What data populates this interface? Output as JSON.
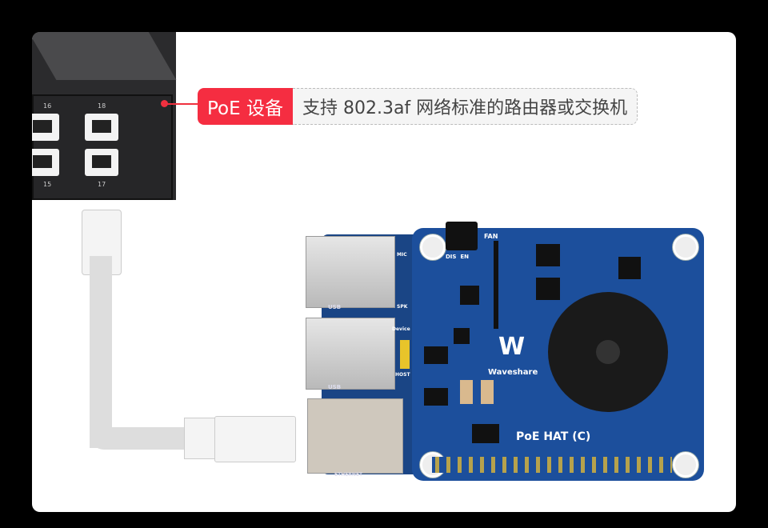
{
  "callout": {
    "tag": "PoE 设备",
    "description": "支持 802.3af 网络标准的路由器或交换机",
    "accent_color": "#f52d41"
  },
  "switch": {
    "port_labels": [
      "16",
      "18",
      "15",
      "17"
    ]
  },
  "board": {
    "product_name": "PoE HAT (C)",
    "brand": "Waveshare",
    "silkscreen": {
      "fan": "FAN",
      "fan_switch": "DIS  EN",
      "mic": "MIC",
      "spk": "SPK",
      "usb": "USB",
      "host": "HOST",
      "device": "Device",
      "ethernet": "ETHERNET"
    }
  }
}
